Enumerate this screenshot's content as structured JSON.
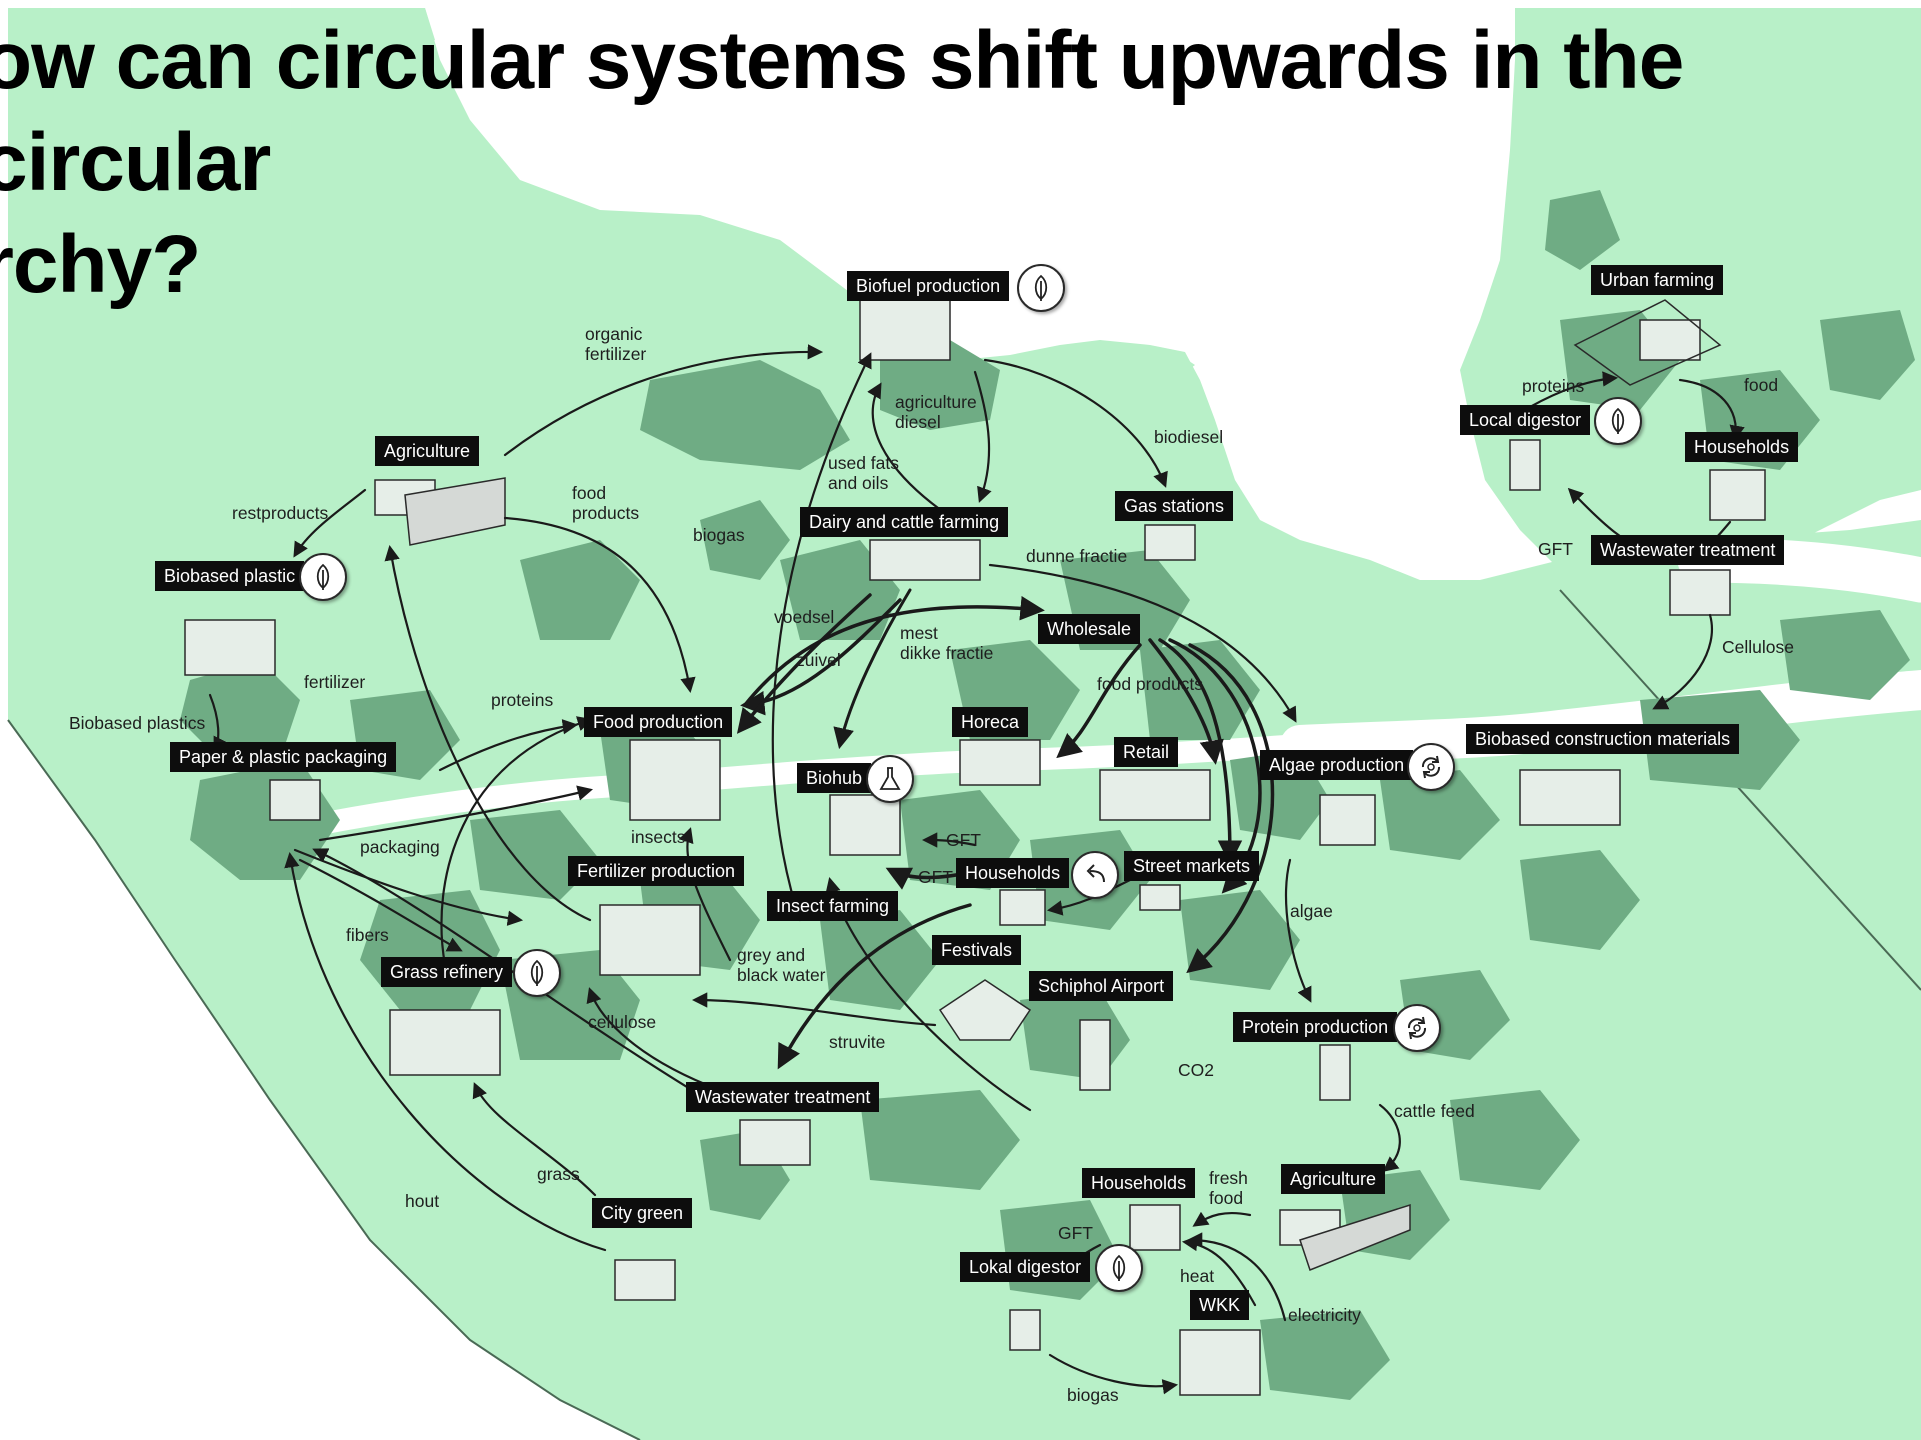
{
  "title": "ow can circular systems shift  upwards in the circular\nrchy?",
  "colors": {
    "land": "#b8f0c8",
    "patch": "#6fac84",
    "water": "#ffffff",
    "label_bg": "#0d0d0d",
    "label_text": "#ffffff",
    "arrow": "#1a1a1a"
  },
  "nodes": {
    "biofuel_production": "Biofuel production",
    "urban_farming": "Urban farming",
    "agriculture_west": "Agriculture",
    "local_digestor_north": "Local digestor",
    "households_north": "Households",
    "dairy_cattle_farming": "Dairy and cattle farming",
    "gas_stations": "Gas stations",
    "biobased_plastic": "Biobased plastic",
    "wastewater_treatment_north": "Wastewater treatment",
    "wholesale": "Wholesale",
    "food_production": "Food production",
    "horeca": "Horeca",
    "paper_plastic_packaging": "Paper & plastic packaging",
    "retail": "Retail",
    "biobased_construction_materials": "Biobased construction materials",
    "algae_production": "Algae production",
    "biohub": "Biohub",
    "street_markets": "Street markets",
    "fertilizer_production": "Fertilizer production",
    "households_center": "Households",
    "insect_farming": "Insect farming",
    "festivals": "Festivals",
    "grass_refinery": "Grass refinery",
    "schiphol_airport": "Schiphol Airport",
    "protein_production": "Protein production",
    "wastewater_treatment_south": "Wastewater treatment",
    "households_south": "Households",
    "agriculture_south": "Agriculture",
    "city_green": "City green",
    "lokal_digestor": "Lokal digestor",
    "wkk": "WKK"
  },
  "flows": {
    "organic_fertilizer": "organic\nfertilizer",
    "agriculture_diesel": "agriculture\ndiesel",
    "biodiesel": "biodiesel",
    "used_fats_oils": "used fats\nand oils",
    "restproducts": "restproducts",
    "food_products_west": "food\nproducts",
    "biogas_center": "biogas",
    "dunne_fractie": "dunne fractie",
    "voedsel": "voedsel",
    "mest_dikke_fractie": "mest\ndikke fractie",
    "zuivel": "zuivel",
    "food_products_center": "food products",
    "fertilizer": "fertilizer",
    "proteins_center": "proteins",
    "biobased_plastics": "Biobased plastics",
    "packaging": "packaging",
    "insects": "insects",
    "gft_center": "GFT",
    "gft_households": "GFT",
    "fibers": "fibers",
    "grey_black_water": "grey and\nblack water",
    "cellulose_center": "cellulose",
    "struvite": "struvite",
    "co2": "CO2",
    "algae": "algae",
    "cattle_feed": "cattle feed",
    "hout": "hout",
    "grass": "grass",
    "fresh_food": "fresh\nfood",
    "gft_south": "GFT",
    "heat": "heat",
    "electricity": "electricity",
    "biogas_south": "biogas",
    "proteins_north": "proteins",
    "food_north": "food",
    "gft_north": "GFT",
    "cellulose_north": "Cellulose"
  },
  "icons": {
    "biofuel_production": "leaf-icon",
    "local_digestor_north": "leaf-icon",
    "biobased_plastic": "leaf-icon",
    "algae_production": "recycle-icon",
    "biohub": "flask-icon",
    "households_center": "return-arrow-icon",
    "grass_refinery": "leaf-icon",
    "protein_production": "recycle-icon",
    "lokal_digestor": "leaf-icon"
  }
}
